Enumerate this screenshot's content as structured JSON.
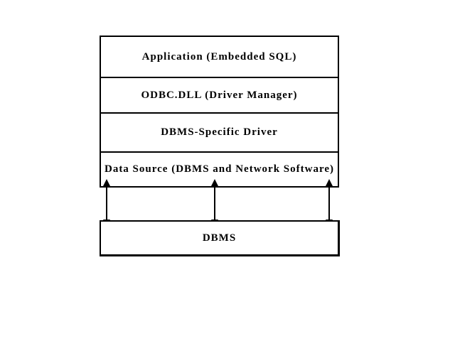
{
  "diagram": {
    "layers": [
      {
        "label": "Application (Embedded SQL)"
      },
      {
        "label": "ODBC.DLL (Driver Manager)"
      },
      {
        "label": "DBMS-Specific Driver"
      },
      {
        "label": "Data Source (DBMS and Network Software)"
      }
    ],
    "dbms": {
      "label": "DBMS"
    },
    "connectors": {
      "type": "double-headed-arrow",
      "count": 3,
      "from": "Data Source (DBMS and Network Software)",
      "to": "DBMS"
    },
    "colors": {
      "line": "#000000",
      "text": "#000000",
      "background": "#ffffff"
    }
  }
}
